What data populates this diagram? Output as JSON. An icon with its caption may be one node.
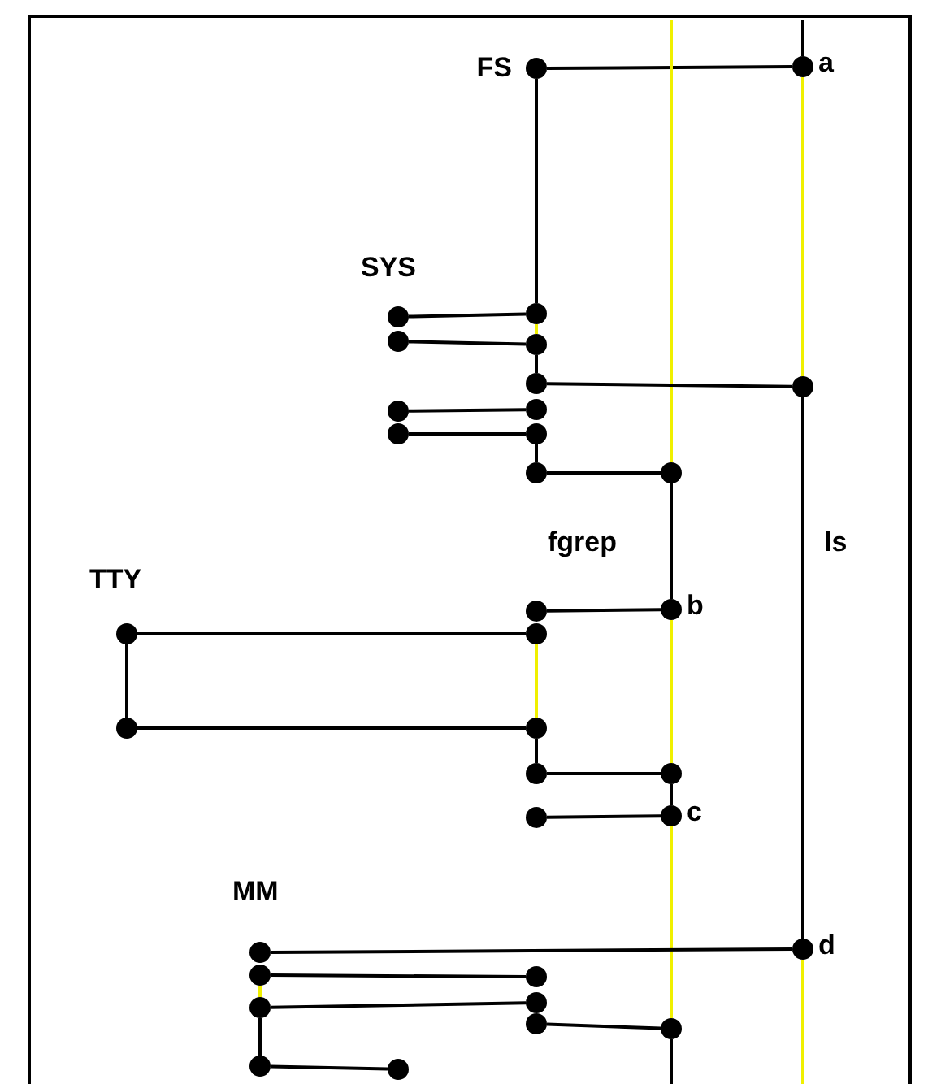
{
  "diagram": {
    "nodes": [
      {
        "text": [],
        "shape": "circle"
      },
      {
        "text": [],
        "shape": "circle",
        "beside": [
          "a"
        ]
      },
      {
        "text": [],
        "shape": "circle"
      },
      {
        "text": [],
        "shape": "circle"
      },
      {
        "text": [],
        "shape": "circle"
      },
      {
        "text": [],
        "shape": "circle"
      },
      {
        "text": [],
        "shape": "circle"
      },
      {
        "text": [],
        "shape": "circle"
      },
      {
        "text": [],
        "shape": "circle"
      },
      {
        "text": [],
        "shape": "circle"
      },
      {
        "text": [],
        "shape": "circle"
      },
      {
        "text": [],
        "shape": "circle"
      },
      {
        "text": [],
        "shape": "circle"
      },
      {
        "text": [],
        "shape": "circle"
      },
      {
        "text": [],
        "shape": "circle"
      },
      {
        "text": [],
        "shape": "circle",
        "beside": [
          "b"
        ]
      },
      {
        "text": [],
        "shape": "circle"
      },
      {
        "text": [],
        "shape": "circle"
      },
      {
        "text": [],
        "shape": "circle"
      },
      {
        "text": [],
        "shape": "circle"
      },
      {
        "text": [],
        "shape": "circle"
      },
      {
        "text": [],
        "shape": "circle"
      },
      {
        "text": [],
        "shape": "circle"
      },
      {
        "text": [],
        "shape": "circle",
        "beside": [
          "c"
        ]
      },
      {
        "text": [],
        "shape": "circle"
      },
      {
        "text": [],
        "shape": "circle",
        "beside": [
          "d"
        ]
      },
      {
        "text": [],
        "shape": "circle"
      },
      {
        "text": [],
        "shape": "circle"
      },
      {
        "text": [],
        "shape": "circle"
      },
      {
        "text": [],
        "shape": "circle"
      },
      {
        "text": [],
        "shape": "circle"
      },
      {
        "text": [],
        "shape": "circle"
      },
      {
        "text": [],
        "shape": "circle"
      },
      {
        "text": [],
        "shape": "circle"
      }
    ],
    "edges": [
      {
        "from": null,
        "to": 1,
        "arrow": "none"
      },
      {
        "from": 0,
        "to": 1,
        "arrow": "none"
      },
      {
        "from": null,
        "to": 13,
        "arrow": "none",
        "color": "#f0f000"
      },
      {
        "from": 1,
        "to": 7,
        "arrow": "none",
        "color": "#f0f000"
      },
      {
        "from": 0,
        "to": 3,
        "arrow": "none"
      },
      {
        "from": 2,
        "to": 3,
        "arrow": "none"
      },
      {
        "from": 3,
        "to": 5,
        "arrow": "none",
        "color": "#f0f000"
      },
      {
        "from": 4,
        "to": 5,
        "arrow": "none"
      },
      {
        "from": 5,
        "to": 6,
        "arrow": "none"
      },
      {
        "from": 6,
        "to": 7,
        "arrow": "none"
      },
      {
        "from": 8,
        "to": 9,
        "arrow": "none"
      },
      {
        "from": 10,
        "to": 11,
        "arrow": "none"
      },
      {
        "from": 11,
        "to": 12,
        "arrow": "none"
      },
      {
        "from": 12,
        "to": 13,
        "arrow": "none"
      },
      {
        "from": 13,
        "to": 15,
        "arrow": "none"
      },
      {
        "from": 7,
        "to": 25,
        "arrow": "none"
      },
      {
        "from": 14,
        "to": 15,
        "arrow": "none"
      },
      {
        "from": 16,
        "to": 17,
        "arrow": "none"
      },
      {
        "from": 15,
        "to": 21,
        "arrow": "none",
        "color": "#f0f000"
      },
      {
        "from": 16,
        "to": 18,
        "arrow": "none"
      },
      {
        "from": 17,
        "to": 19,
        "arrow": "none",
        "color": "#f0f000"
      },
      {
        "from": 18,
        "to": 19,
        "arrow": "none"
      },
      {
        "from": 19,
        "to": 20,
        "arrow": "none"
      },
      {
        "from": 20,
        "to": 21,
        "arrow": "none"
      },
      {
        "from": 21,
        "to": 23,
        "arrow": "none"
      },
      {
        "from": 22,
        "to": 23,
        "arrow": "none"
      },
      {
        "from": 23,
        "to": 31,
        "arrow": "none",
        "color": "#f0f000"
      },
      {
        "from": 24,
        "to": 25,
        "arrow": "none"
      },
      {
        "from": 25,
        "to": null,
        "arrow": "none",
        "color": "#f0f000"
      },
      {
        "from": 26,
        "to": 27,
        "arrow": "none"
      },
      {
        "from": 26,
        "to": 28,
        "arrow": "none",
        "color": "#f0f000"
      },
      {
        "from": 28,
        "to": 29,
        "arrow": "none"
      },
      {
        "from": 30,
        "to": 31,
        "arrow": "none"
      },
      {
        "from": 31,
        "to": null,
        "arrow": "none"
      },
      {
        "from": 28,
        "to": 32,
        "arrow": "none"
      },
      {
        "from": 32,
        "to": 33,
        "arrow": "none"
      }
    ],
    "labels": [
      "FS",
      "SYS",
      "fgrep",
      "ls",
      "TTY",
      "MM"
    ]
  }
}
